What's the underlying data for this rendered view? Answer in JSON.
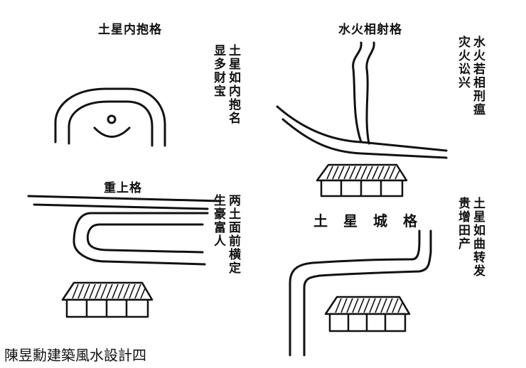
{
  "patterns": {
    "tuxing_neibao": {
      "title": "土星内抱格",
      "verse": [
        "土星如内抱",
        "名显多财宝"
      ]
    },
    "shuihuo_xiangshe": {
      "title": "水火相射格",
      "verse": [
        "水火若相刑",
        "瘟灾火讼兴"
      ]
    },
    "zhongshang": {
      "title": "重上格",
      "verse": [
        "两土面前横",
        "定生豪富人"
      ]
    },
    "tuxing_cheng": {
      "title": "土星城格",
      "verse": [
        "土星如曲转",
        "发贵增田产"
      ]
    }
  },
  "caption": "陳昱勳建築風水設計四"
}
